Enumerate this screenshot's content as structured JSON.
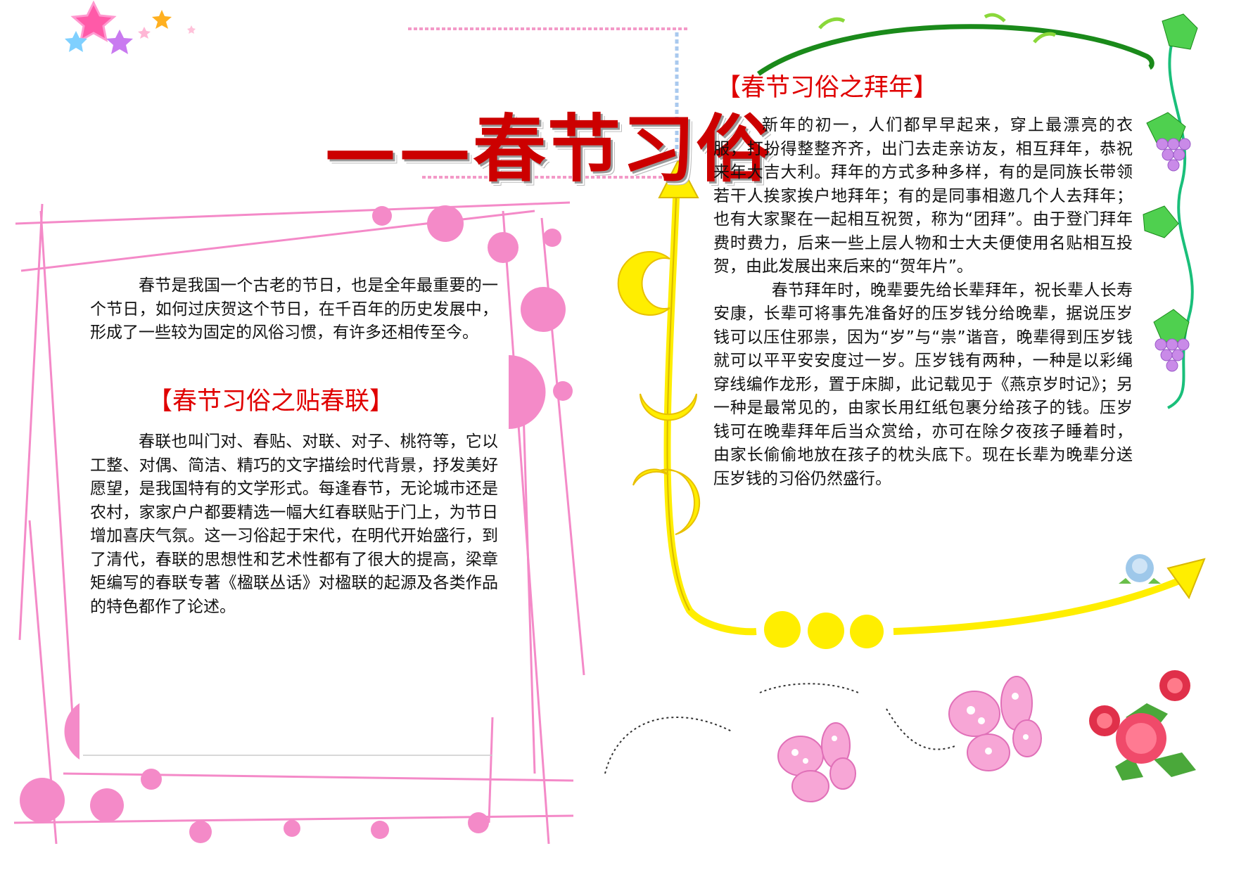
{
  "title": "——春节习俗",
  "intro": {
    "text": "春节是我国一个古老的节日，也是全年最重要的一个节日，如何过庆贺这个节日，在千百年的历史发展中，形成了一些较为固定的风俗习惯，有许多还相传至今。"
  },
  "couplets": {
    "heading": "【春节习俗之贴春联】",
    "text": "春联也叫门对、春贴、对联、对子、桃符等，它以工整、对偶、简洁、精巧的文字描绘时代背景，抒发美好愿望，是我国特有的文学形式。每逢春节，无论城市还是农村，家家户户都要精选一幅大红春联贴于门上，为节日增加喜庆气氛。这一习俗起于宋代，在明代开始盛行，到了清代，春联的思想性和艺术性都有了很大的提高，梁章矩编写的春联专著《楹联丛话》对楹联的起源及各类作品的特色都作了论述。"
  },
  "new_year_visit": {
    "heading": "【春节习俗之拜年】",
    "paragraph_1": "新年的初一，人们都早早起来，穿上最漂亮的衣服，打扮得整整齐齐，出门去走亲访友，相互拜年，恭祝来年大吉大利。拜年的方式多种多样，有的是同族长带领若干人挨家挨户地拜年；有的是同事相邀几个人去拜年；也有大家聚在一起相互祝贺，称为“团拜”。由于登门拜年费时费力，后来一些上层人物和士大夫便使用名贴相互投贺，由此发展出来后来的“贺年片”。",
    "paragraph_2": "春节拜年时，晚辈要先给长辈拜年，祝长辈人长寿安康，长辈可将事先准备好的压岁钱分给晚辈，据说压岁钱可以压住邪祟，因为“岁”与“祟”谐音，晚辈得到压岁钱就可以平平安安度过一岁。压岁钱有两种，一种是以彩绳穿线编作龙形，置于床脚，此记载见于《燕京岁时记》；另一种是最常见的，由家长用红纸包裹分给孩子的钱。压岁钱可在晚辈拜年后当众赏给，亦可在除夕夜孩子睡着时，由家长偷偷地放在孩子的枕头底下。现在长辈为晚辈分送压岁钱的习俗仍然盛行。"
  },
  "colors": {
    "heading": "#e00000",
    "title": "#cc0000",
    "pink_frame": "#f48ac8",
    "yellow_arrow": "#ffee00",
    "vine_green": "#1a9a1a"
  },
  "decorations": [
    "stars-cluster",
    "pink-frame",
    "yellow-arrow",
    "moons",
    "dots",
    "grape-vine",
    "butterflies",
    "roses",
    "blue-flower"
  ]
}
